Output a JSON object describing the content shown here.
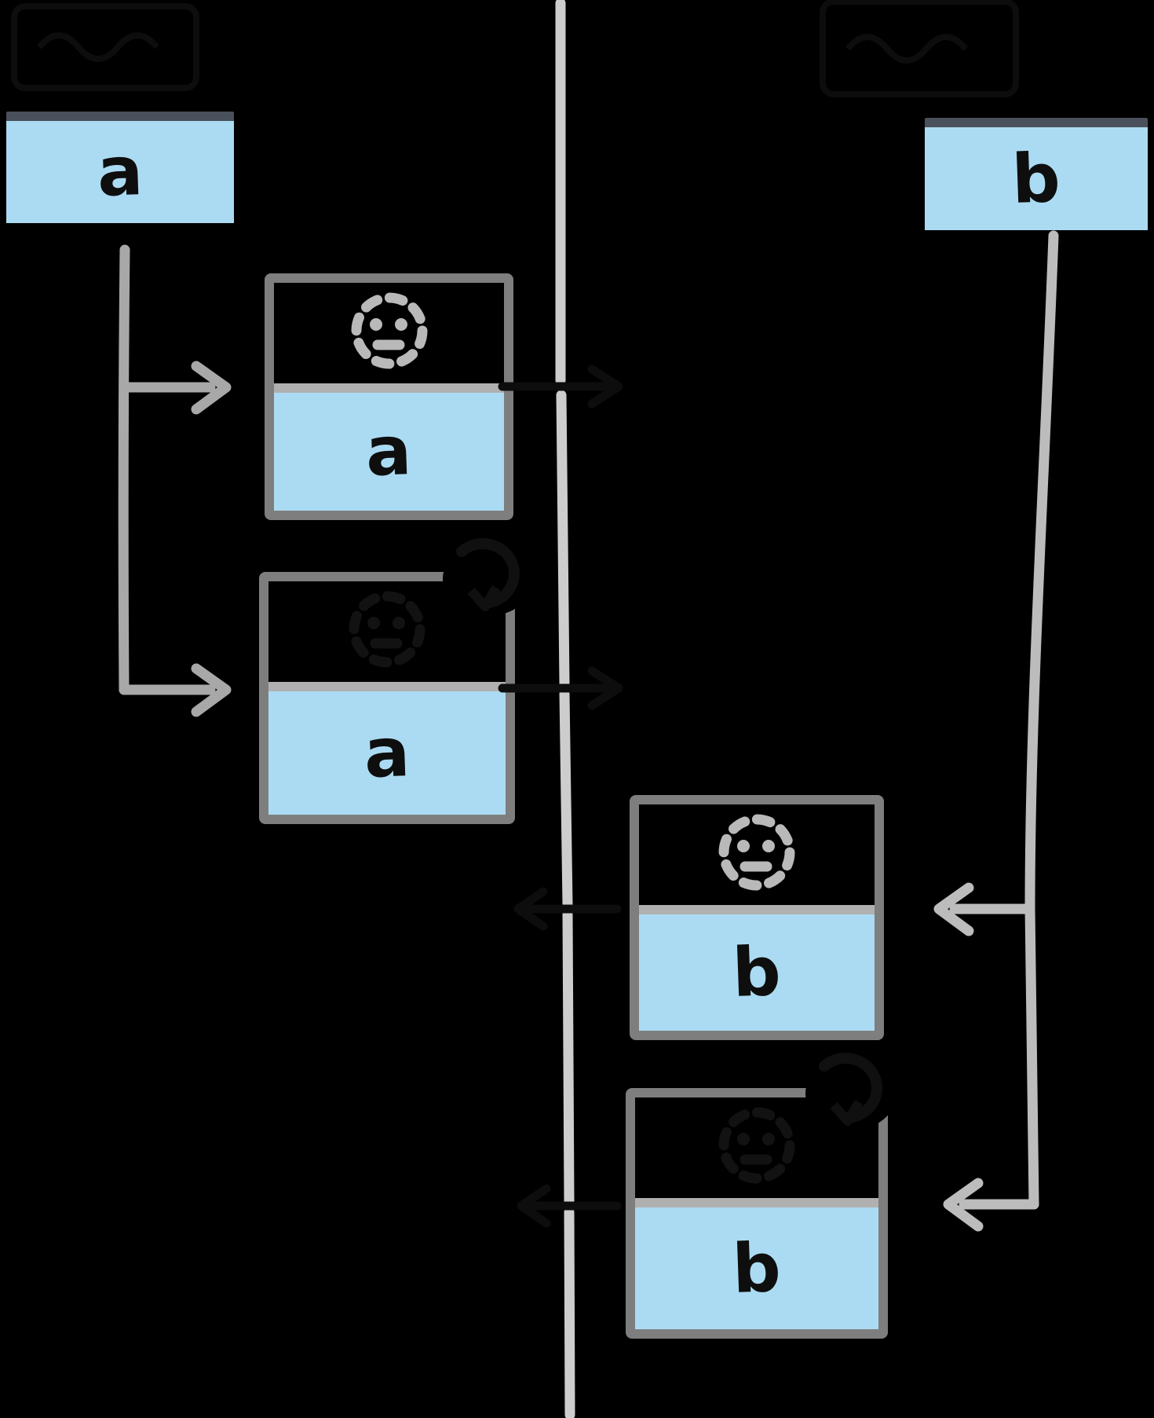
{
  "diagram": {
    "title_hint": "hand-drawn sync diagram: two peers exchanging documents across a network boundary",
    "window_a": {
      "label": "a"
    },
    "window_b": {
      "label": "b"
    },
    "messages": [
      {
        "label": "a",
        "avatar": "dashed-smiley"
      },
      {
        "label": "a",
        "avatar": "hidden-smiley",
        "corner_icon": "sync-arrow"
      },
      {
        "label": "b",
        "avatar": "dashed-smiley"
      },
      {
        "label": "b",
        "avatar": "hidden-smiley",
        "corner_icon": "sync-arrow"
      }
    ],
    "colors": {
      "background": "#000000",
      "card_fill": "#abdbf2",
      "card_border": "#7e7e7e",
      "divider": "#b0b0b0",
      "window_bar": "#4a505c",
      "lifeline": "#cdcdcd",
      "branch_line": "#a8a8a8",
      "arrow": "#c3c3c3",
      "smiley": "#b9b9b9",
      "hidden_ink": "#0d0d0d"
    }
  }
}
